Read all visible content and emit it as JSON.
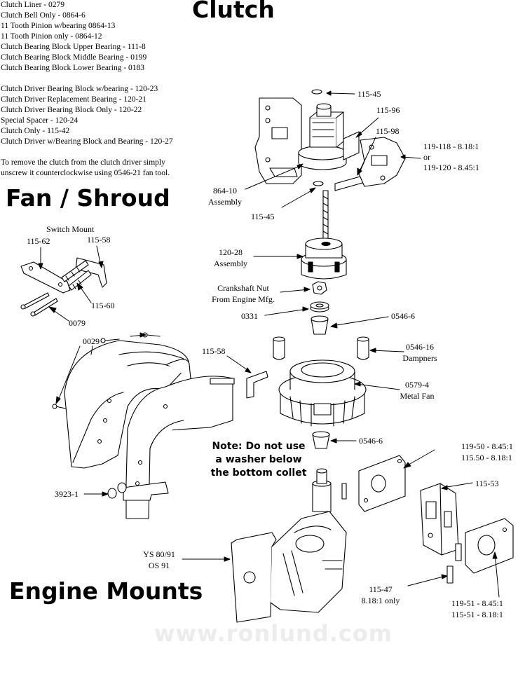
{
  "headings": {
    "clutch": "Clutch",
    "fan_shroud": "Fan / Shroud",
    "engine_mounts": "Engine Mounts"
  },
  "clutch_parts": [
    "Clutch Liner - 0279",
    "Clutch Bell Only - 0864-6",
    "11 Tooth Pinion w/bearing 0864-13",
    "11 Tooth Pinion only - 0864-12",
    "Clutch Bearing Block Upper Bearing - 111-8",
    "Clutch Bearing Block Middle Bearing - 0199",
    "Clutch Bearing Block Lower Bearing - 0183",
    "",
    "Clutch Driver Bearing Block w/bearing - 120-23",
    "Clutch Driver Replacement Bearing - 120-21",
    "Clutch Driver Bearing Block Only - 120-22",
    "Special Spacer - 120-24",
    "Clutch Only - 115-42",
    "Clutch Driver w/Bearing Block and Bearing - 120-27",
    "",
    "To remove the clutch from the clutch driver simply",
    "unscrew it counterclockwise using 0546-21 fan tool."
  ],
  "labels": {
    "p115_45_top": "115-45",
    "p115_96": "115-96",
    "p115_98": "115-98",
    "p119_118": "119-118  - 8.18:1",
    "or": "or",
    "p119_120": "119-120  - 8.45:1",
    "p864_10": "864-10",
    "assembly_1": "Assembly",
    "p115_45_bottom": "115-45",
    "p120_28": "120-28",
    "assembly_2": "Assembly",
    "crank_nut_1": "Crankshaft Nut",
    "crank_nut_2": "From Engine Mfg.",
    "p0331": "0331",
    "p0546_6_top": "0546-6",
    "switch_mount": "Switch Mount",
    "p115_62": "115-62",
    "p115_58_top": "115-58",
    "p115_60": "115-60",
    "p0079": "0079",
    "p0029": "0029",
    "p115_58_mid": "115-58",
    "p0546_16": "0546-16",
    "dampners": "Dampners",
    "p0579_4": "0579-4",
    "metal_fan": "Metal Fan",
    "p0546_6_bottom": "0546-6",
    "p119_50_a": "119-50 - 8.45:1",
    "p119_50_b": "115.50 - 8.18:1",
    "p115_53": "115-53",
    "p3923_1": "3923-1",
    "ys_1": "YS 80/91",
    "ys_2": "OS 91",
    "p115_47_a": "115-47",
    "p115_47_b": "8.18:1 only",
    "p119_51_a": "119-51 - 8.45:1",
    "p119_51_b": "115-51 - 8.18:1"
  },
  "note": [
    "Note: Do not use",
    "a washer below",
    "the bottom collet"
  ],
  "website": "www.ronlund.com",
  "colors": {
    "ink": "#000000",
    "watermark": "#ececec",
    "background": "#ffffff"
  }
}
